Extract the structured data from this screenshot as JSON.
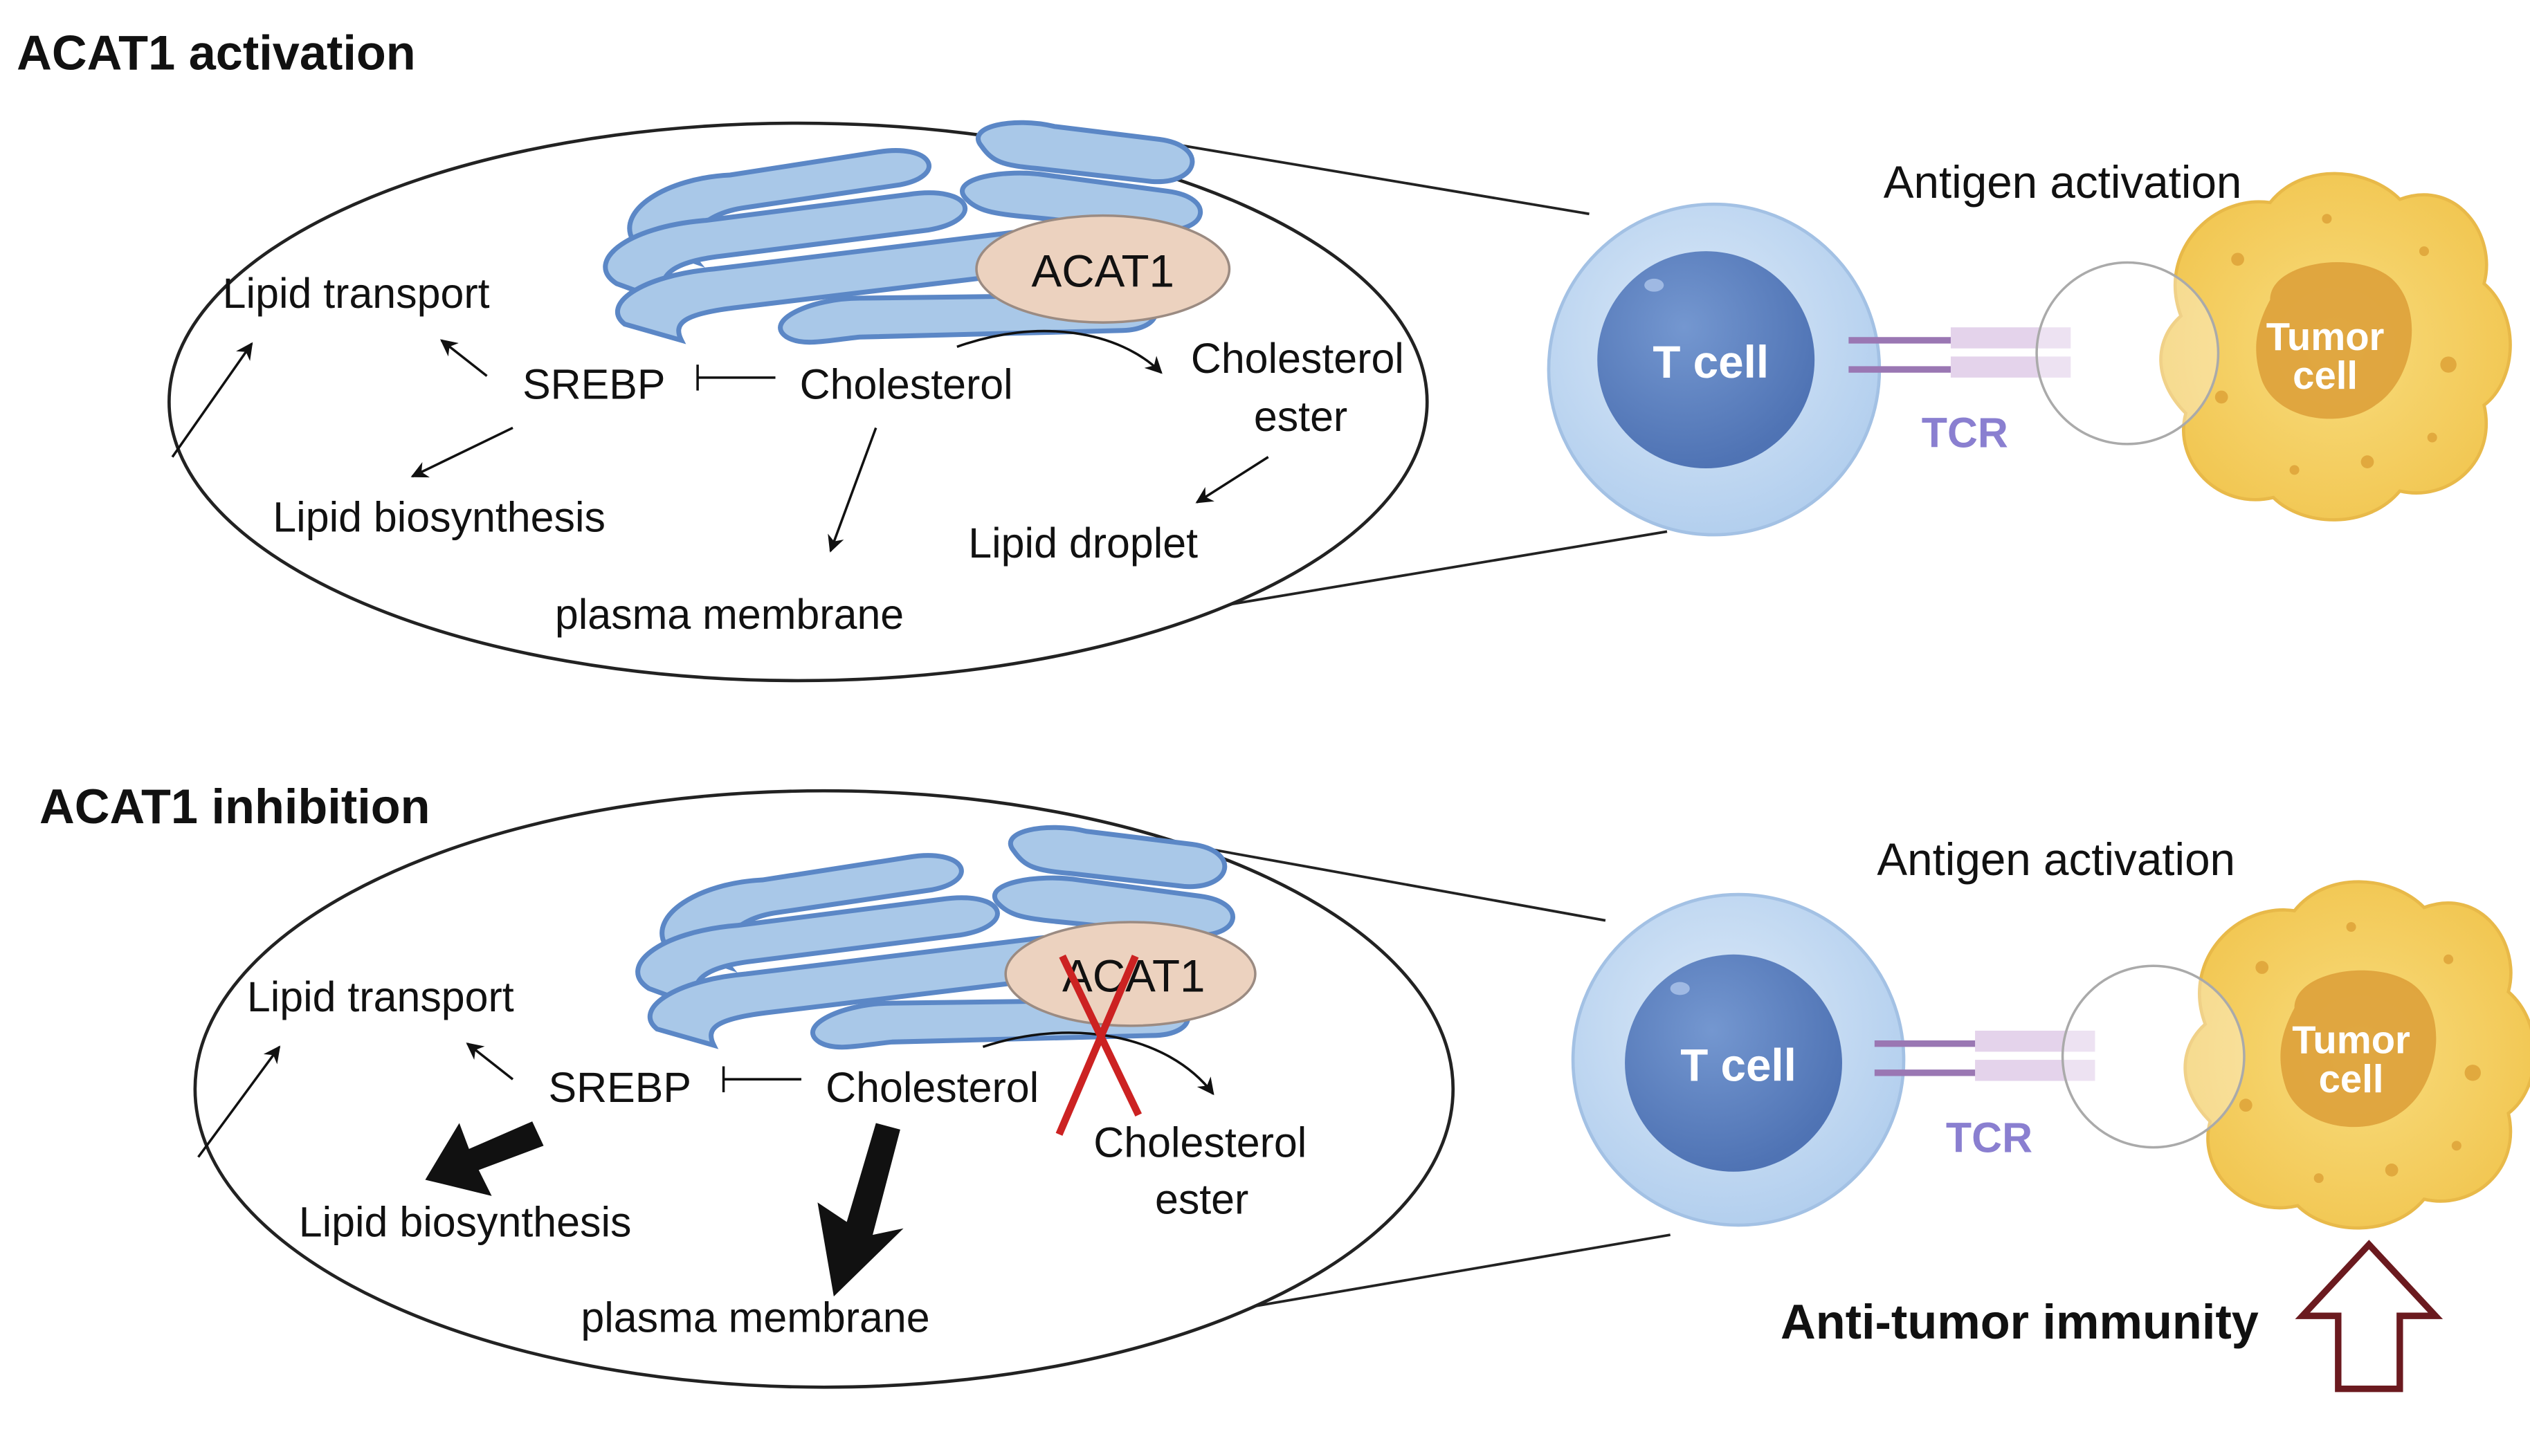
{
  "panels": [
    {
      "title": "ACAT1 activation",
      "enzyme": "ACAT1",
      "labels": {
        "lipid_transport": "Lipid transport",
        "srebp": "SREBP",
        "cholesterol": "Cholesterol",
        "cholesterol_ester_line1": "Cholesterol",
        "cholesterol_ester_line2": "ester",
        "lipid_biosynthesis": "Lipid biosynthesis",
        "plasma_membrane": "plasma membrane",
        "lipid_droplet": "Lipid droplet"
      },
      "antigen_activation": "Antigen activation",
      "t_cell": "T cell",
      "tcr": "TCR",
      "tumor_line1": "Tumor",
      "tumor_line2": "cell"
    },
    {
      "title": "ACAT1 inhibition",
      "enzyme": "ACAT1",
      "labels": {
        "lipid_transport": "Lipid transport",
        "srebp": "SREBP",
        "cholesterol": "Cholesterol",
        "cholesterol_ester_line1": "Cholesterol",
        "cholesterol_ester_line2": "ester",
        "lipid_biosynthesis": "Lipid biosynthesis",
        "plasma_membrane": "plasma membrane"
      },
      "antigen_activation": "Antigen activation",
      "t_cell": "T cell",
      "tcr": "TCR",
      "tumor_line1": "Tumor",
      "tumor_line2": "cell",
      "outcome": "Anti-tumor immunity"
    }
  ],
  "colors": {
    "er_fill": "#a9c8e8",
    "er_stroke": "#5b87c6",
    "acat1_fill": "#ecd2bf",
    "tcell_outer": "#c3daf2",
    "tcell_nucleus": "#5f84c4",
    "tcr": "#9a77b3",
    "tcr_label": "#8a7fd0",
    "tumor_fill": "#f4cf60",
    "tumor_nucleus": "#dc9d37",
    "inhibit_cross": "#cc2222",
    "up_arrow": "#6b1a1f"
  }
}
